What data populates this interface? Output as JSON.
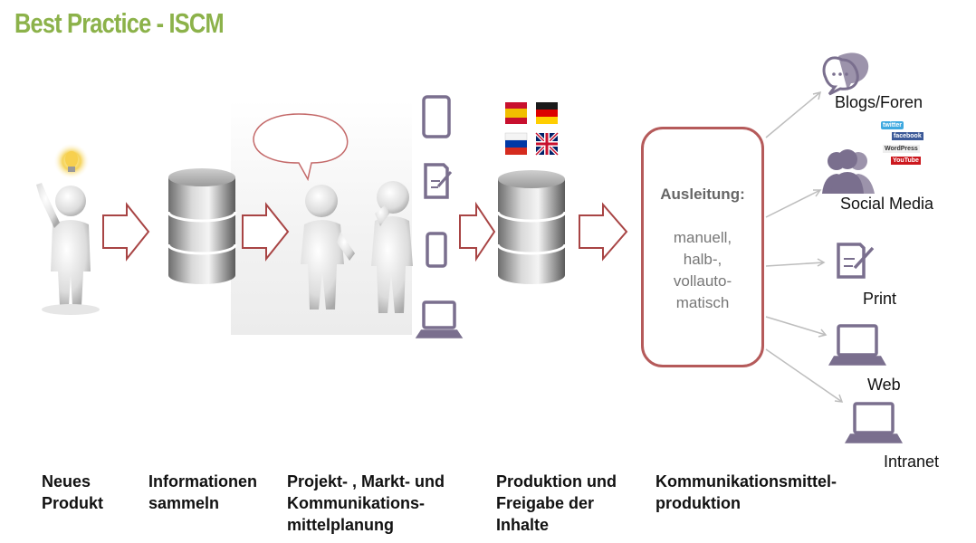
{
  "title": "Best Practice - ISCM",
  "colors": {
    "title_green": "#8cb24a",
    "arrow_red": "#a84444",
    "box_border": "#b55a5a",
    "icon_purple": "#7a6f8e",
    "connector_gray": "#bdbdbd"
  },
  "stages": [
    {
      "label": "Neues\nProdukt"
    },
    {
      "label": "Informationen\nsammeln"
    },
    {
      "label": "Projekt- , Markt- und\nKommunikations-\nmittelplanung"
    },
    {
      "label": "Produktion und\nFreigabe der\nInhalte"
    },
    {
      "label": "Kommunikationsmittel-\nproduktion"
    }
  ],
  "ausleitung": {
    "title": "Ausleitung:",
    "text": "manuell,\nhalb-,\nvollauto-\nmatisch"
  },
  "channels": [
    {
      "label": "Blogs/Foren",
      "icon": "chat-bubbles-icon"
    },
    {
      "label": "Social Media",
      "icon": "people-group-icon"
    },
    {
      "label": "Print",
      "icon": "document-pen-icon"
    },
    {
      "label": "Web",
      "icon": "laptop-icon"
    },
    {
      "label": "Intranet",
      "icon": "laptop-icon"
    }
  ],
  "social_brands": [
    "twitter",
    "facebook",
    "WordPress",
    "YouTube"
  ],
  "device_icons": [
    "tablet-icon",
    "document-pen-icon",
    "smartphone-icon",
    "laptop-icon"
  ],
  "flags": [
    "flag-spain-icon",
    "flag-germany-icon",
    "flag-russia-icon",
    "flag-uk-icon"
  ]
}
